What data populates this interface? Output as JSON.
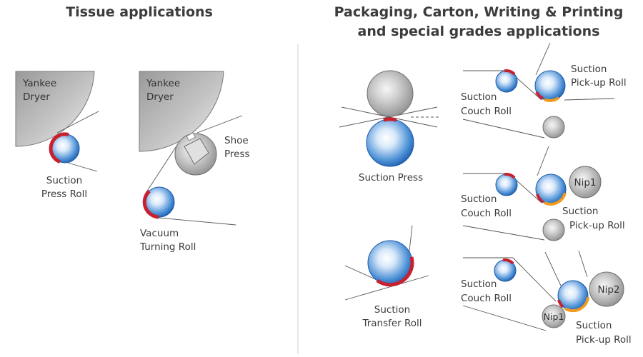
{
  "headings": {
    "tissue": "Tissue applications",
    "packaging_line1": "Packaging, Carton, Writing & Printing",
    "packaging_line2": "and special grades applications"
  },
  "labels": {
    "yankee1_l1": "Yankee",
    "yankee1_l2": "Dryer",
    "yankee2_l1": "Yankee",
    "yankee2_l2": "Dryer",
    "shoe_l1": "Shoe",
    "shoe_l2": "Press",
    "spr_l1": "Suction",
    "spr_l2": "Press Roll",
    "vtr_l1": "Vacuum",
    "vtr_l2": "Turning Roll",
    "suction_press": "Suction Press",
    "str_l1": "Suction",
    "str_l2": "Transfer Roll",
    "couch1_l1": "Suction",
    "couch1_l2": "Couch Roll",
    "pick1_l1": "Suction",
    "pick1_l2": "Pick-up Roll",
    "couch2_l1": "Suction",
    "couch2_l2": "Couch Roll",
    "pick2_l1": "Suction",
    "pick2_l2": "Pick-up Roll",
    "couch3_l1": "Suction",
    "couch3_l2": "Couch Roll",
    "pick3_l1": "Suction",
    "pick3_l2": "Pick-up Roll",
    "nip1_a": "Nip1",
    "nip1_b": "Nip1",
    "nip2": "Nip2"
  },
  "colors": {
    "suction_zone": "#c8202e",
    "shoe_zone": "#f09a1e",
    "roll_blue": "#2f74c0",
    "roll_gray": "#9a9a9a"
  }
}
